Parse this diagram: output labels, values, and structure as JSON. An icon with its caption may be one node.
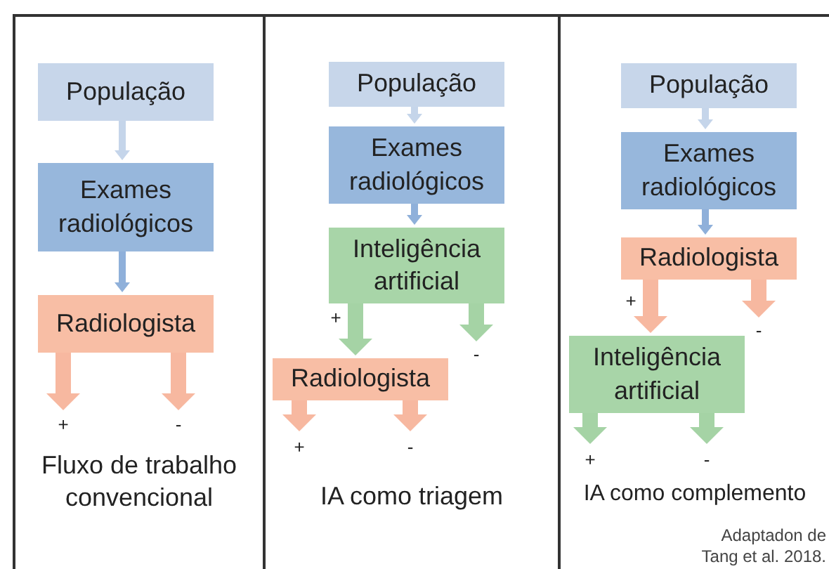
{
  "diagram": {
    "nodes": [
      {
        "text": [
          "Fluxo de trabalho convencional"
        ]
      },
      {
        "text": [
          "População"
        ],
        "in": 0
      },
      {
        "text": [
          "Exames radiológicos"
        ],
        "in": 0
      },
      {
        "text": [
          "Radiologista"
        ],
        "in": 0
      },
      {
        "text": [
          "IA como triagem"
        ]
      },
      {
        "text": [
          "População"
        ],
        "in": 4
      },
      {
        "text": [
          "Exames radiológicos"
        ],
        "in": 4
      },
      {
        "text": [
          "Inteligência artificial"
        ],
        "in": 4
      },
      {
        "text": [
          "Radiologista"
        ],
        "in": 4
      },
      {
        "text": [
          "IA como complemento"
        ]
      },
      {
        "text": [
          "População"
        ],
        "in": 9
      },
      {
        "text": [
          "Exames radiológicos"
        ],
        "in": 9
      },
      {
        "text": [
          "Radiologista"
        ],
        "in": 9
      },
      {
        "text": [
          "Inteligência artificial"
        ],
        "in": 9
      }
    ],
    "edges": [
      {
        "from": 1,
        "to": 2,
        "arrow": "to",
        "color": "#c5d5ea"
      },
      {
        "from": 2,
        "to": 3,
        "arrow": "to",
        "color": "#8fb0da"
      },
      {
        "from": 3,
        "to": null,
        "arrow": "to",
        "label": "+",
        "color": "#f7b8a0"
      },
      {
        "from": 3,
        "to": null,
        "arrow": "to",
        "label": "-",
        "color": "#f7b8a0"
      },
      {
        "from": 5,
        "to": 6,
        "arrow": "to",
        "color": "#c5d5ea"
      },
      {
        "from": 6,
        "to": 7,
        "arrow": "to",
        "color": "#8fb0da"
      },
      {
        "from": 7,
        "to": 8,
        "arrow": "to",
        "label": "+",
        "color": "#a5d3a5"
      },
      {
        "from": 7,
        "to": null,
        "arrow": "to",
        "label": "-",
        "color": "#a5d3a5"
      },
      {
        "from": 8,
        "to": null,
        "arrow": "to",
        "label": "+",
        "color": "#f7b8a0"
      },
      {
        "from": 8,
        "to": null,
        "arrow": "to",
        "label": "-",
        "color": "#f7b8a0"
      },
      {
        "from": 10,
        "to": 11,
        "arrow": "to",
        "color": "#c5d5ea"
      },
      {
        "from": 11,
        "to": 12,
        "arrow": "to",
        "color": "#8fb0da"
      },
      {
        "from": 12,
        "to": 13,
        "arrow": "to",
        "label": "+",
        "color": "#f7b8a0"
      },
      {
        "from": 12,
        "to": null,
        "arrow": "to",
        "label": "-",
        "color": "#f7b8a0"
      },
      {
        "from": 13,
        "to": null,
        "arrow": "to",
        "label": "+",
        "color": "#a5d3a5"
      },
      {
        "from": 13,
        "to": null,
        "arrow": "to",
        "label": "-",
        "color": "#a5d3a5"
      }
    ],
    "labels": [
      "Adaptadon de Tang et al. 2018."
    ]
  }
}
